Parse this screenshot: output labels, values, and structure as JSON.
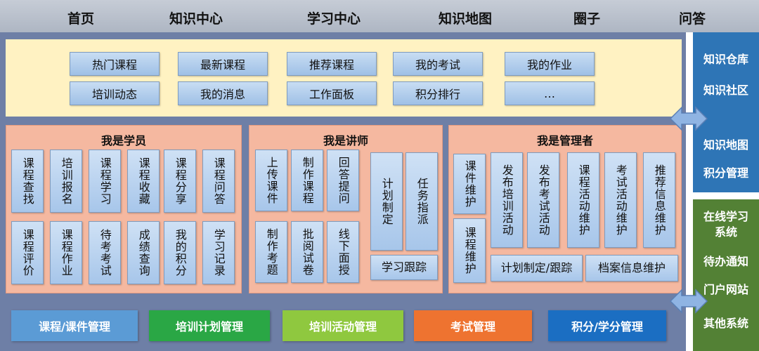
{
  "nav": [
    "首页",
    "知识中心",
    "学习中心",
    "知识地图",
    "圈子",
    "问答"
  ],
  "quick_links": {
    "row1": [
      "热门课程",
      "最新课程",
      "推荐课程",
      "我的考试",
      "我的作业"
    ],
    "row2": [
      "培训动态",
      "我的消息",
      "工作面板",
      "积分排行",
      "…"
    ]
  },
  "student": {
    "title": "我是学员",
    "row1": [
      "课程查找",
      "培训报名",
      "课程学习",
      "课程收藏",
      "课程分享",
      "课程问答"
    ],
    "row2": [
      "课程评价",
      "课程作业",
      "待考考试",
      "成绩查询",
      "我的积分",
      "学习记录"
    ]
  },
  "lecturer": {
    "title": "我是讲师",
    "row1": [
      "上传课件",
      "制作课程",
      "回答提问"
    ],
    "row2": [
      "制作考题",
      "批阅试卷",
      "线下面授"
    ],
    "tall": [
      "计划制定",
      "任务指派"
    ],
    "wide": "学习跟踪"
  },
  "admin": {
    "title": "我是管理者",
    "left": [
      "课件维护",
      "课程维护"
    ],
    "tall": [
      "发布培训活动",
      "发布考试活动",
      "课程活动维护",
      "考试活动维护",
      "推荐信息维护"
    ],
    "wide": [
      "计划制定/跟踪",
      "档案信息维护"
    ]
  },
  "modules": [
    {
      "label": "课程/课件管理",
      "color": "#5b9bd5"
    },
    {
      "label": "培训计划管理",
      "color": "#2aa745"
    },
    {
      "label": "培训活动管理",
      "color": "#8fc83f"
    },
    {
      "label": "考试管理",
      "color": "#ee7330"
    },
    {
      "label": "积分/学分管理",
      "color": "#1b6ec2"
    }
  ],
  "side_blue_top": [
    "知识仓库",
    "知识社区"
  ],
  "side_blue_bottom": [
    "知识地图",
    "积分管理"
  ],
  "side_green": [
    "在线学习系统",
    "待办通知",
    "门户网站",
    "其他系统"
  ],
  "colors": {
    "blue_box": "#2e75b6",
    "green_box": "#538135",
    "arrow": "#8fb4e3"
  }
}
